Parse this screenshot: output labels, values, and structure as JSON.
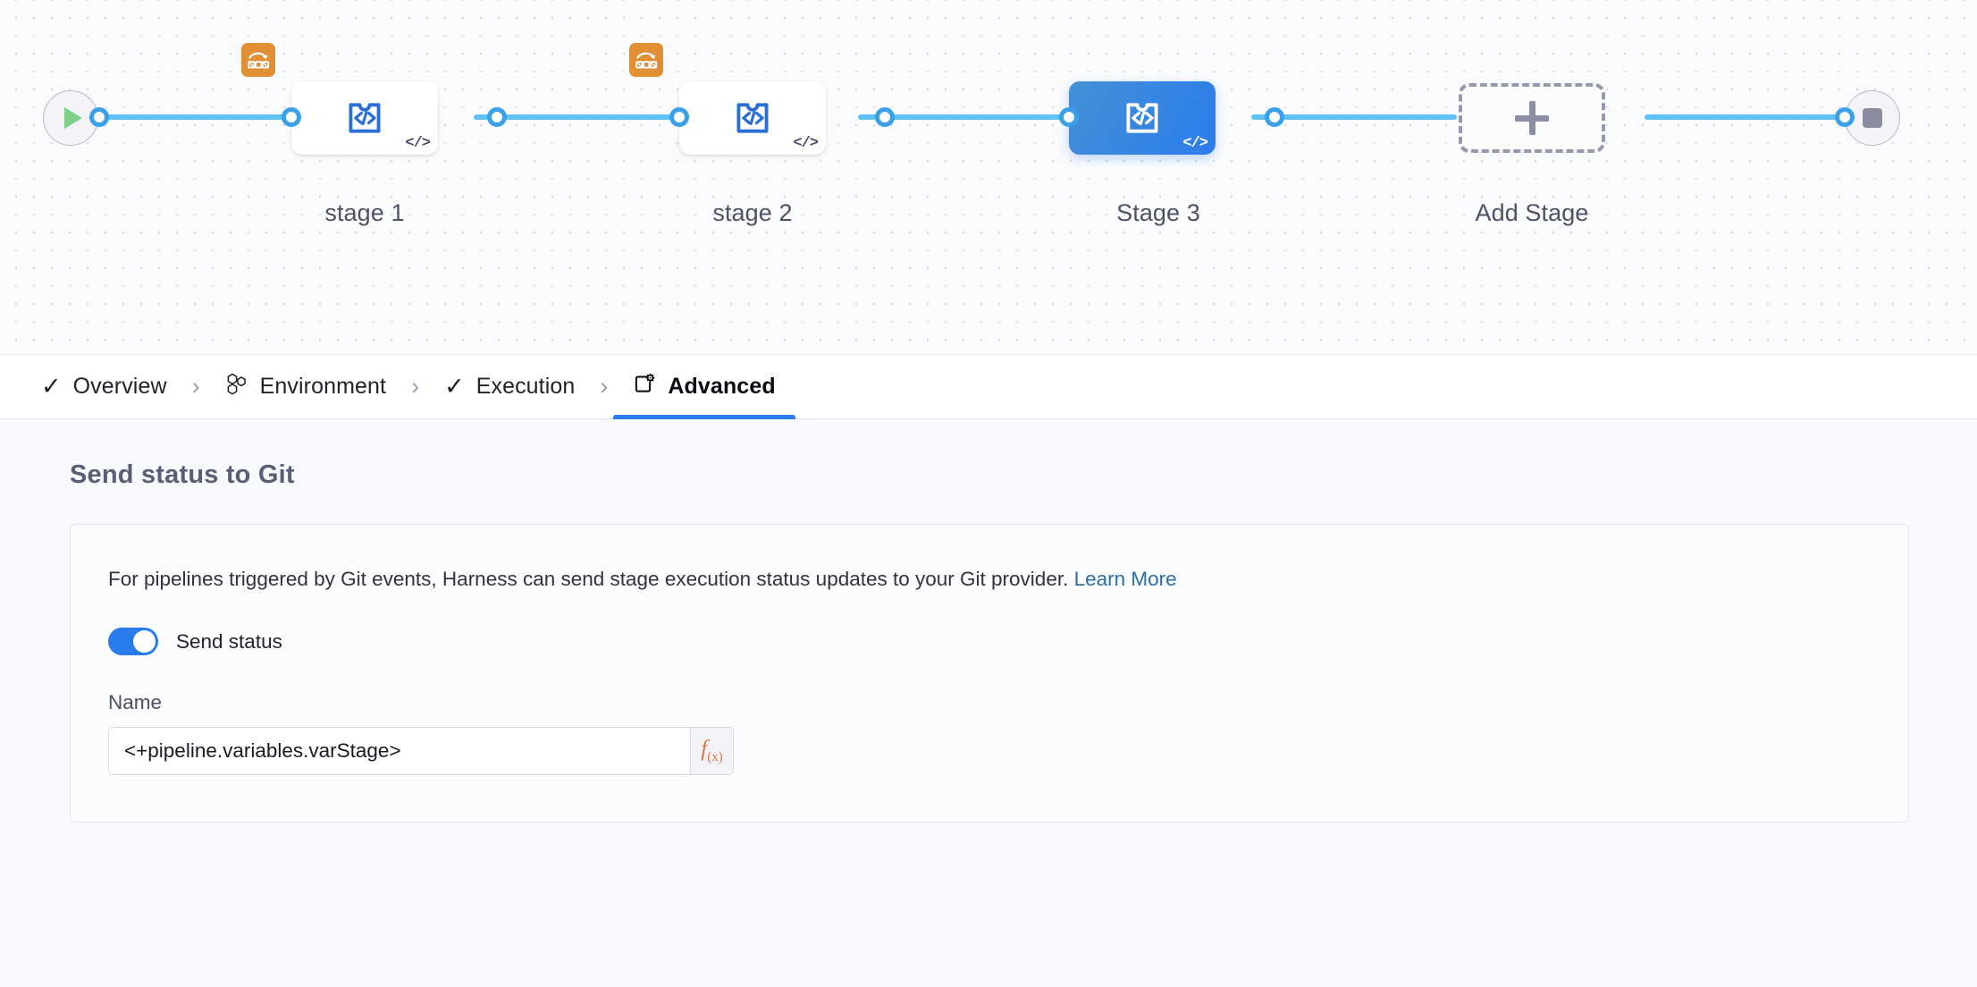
{
  "canvas": {
    "start_node": {
      "icon": "play-icon",
      "name": "pipeline-start"
    },
    "end_node": {
      "icon": "stop-icon",
      "name": "pipeline-end"
    },
    "stages": [
      {
        "label": "stage 1",
        "selected": false,
        "has_matrix_badge": true,
        "icon": "custom-stage-icon",
        "corner_icon": "code-icon"
      },
      {
        "label": "stage 2",
        "selected": false,
        "has_matrix_badge": true,
        "icon": "custom-stage-icon",
        "corner_icon": "code-icon"
      },
      {
        "label": "Stage 3",
        "selected": true,
        "has_matrix_badge": false,
        "icon": "custom-stage-icon",
        "corner_icon": "code-icon"
      }
    ],
    "add_stage": {
      "label": "Add Stage",
      "icon": "plus-icon"
    }
  },
  "tabs": [
    {
      "label": "Overview",
      "icon": "check-icon",
      "active": false,
      "completed": true
    },
    {
      "label": "Environment",
      "icon": "hexagons-icon",
      "active": false,
      "completed": false
    },
    {
      "label": "Execution",
      "icon": "check-icon",
      "active": false,
      "completed": true
    },
    {
      "label": "Advanced",
      "icon": "settings-card-icon",
      "active": true,
      "completed": false
    }
  ],
  "tab_separator": "›",
  "panel": {
    "title": "Send status to Git",
    "help_text": "For pipelines triggered by Git events, Harness can send stage execution status updates to your Git provider.",
    "learn_more": "Learn More",
    "toggle": {
      "label": "Send status",
      "on": true
    },
    "name_field": {
      "label": "Name",
      "value": "<+pipeline.variables.varStage>",
      "placeholder": "Name",
      "expression_button": "f(x)"
    }
  },
  "colors": {
    "accent_blue": "#2a7ced",
    "rail_blue": "#5fc4f5",
    "matrix_orange": "#e08f34",
    "fx_orange": "#e8703a",
    "canvas_bg": "#fafbfc",
    "panel_bg": "#f7f9fc",
    "link_blue": "#2a6da8"
  }
}
